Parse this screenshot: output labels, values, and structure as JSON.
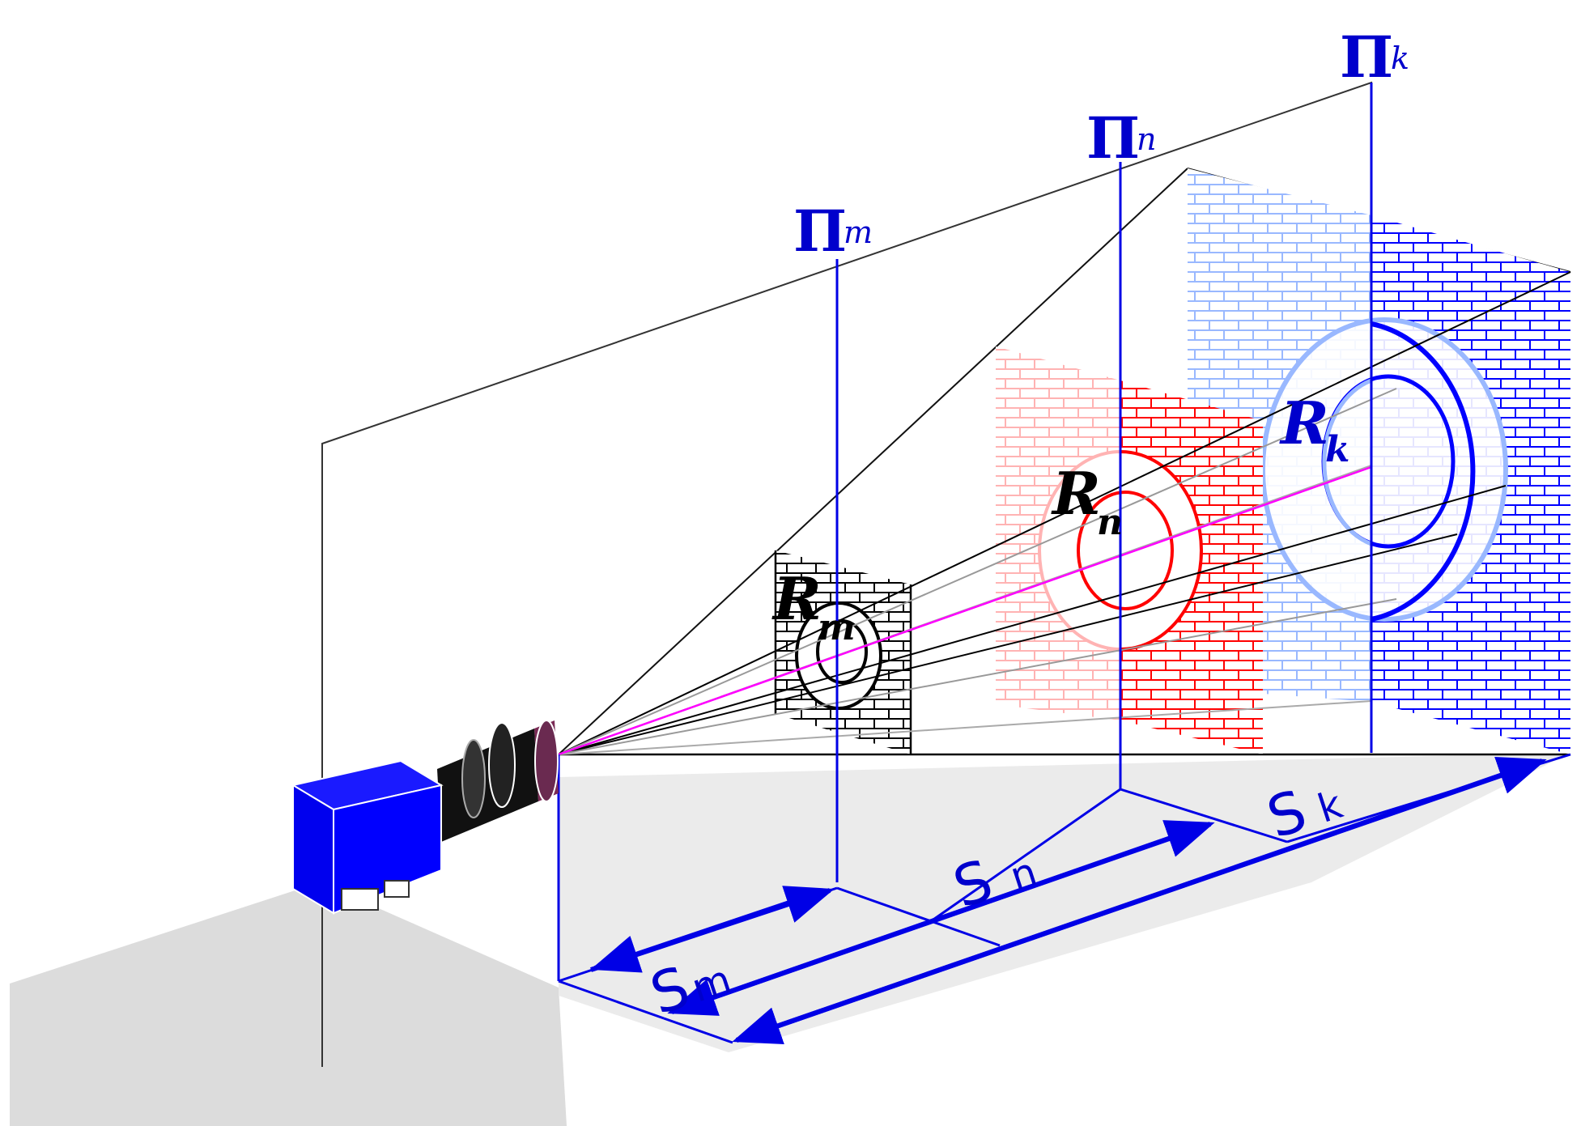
{
  "planes": [
    {
      "id": "m",
      "symbol": "Π",
      "subscript": "m",
      "distance_label": "S",
      "distance_sub": "m",
      "target_label": "R",
      "target_sub": "m"
    },
    {
      "id": "n",
      "symbol": "Π",
      "subscript": "n",
      "distance_label": "S",
      "distance_sub": "n",
      "target_label": "R",
      "target_sub": "n"
    },
    {
      "id": "k",
      "symbol": "Π",
      "subscript": "k",
      "distance_label": "S",
      "distance_sub": "k",
      "target_label": "R",
      "target_sub": "k"
    }
  ],
  "colors": {
    "plane_line": "#0000e6",
    "plane_label": "#0000cc",
    "wall_m": "#000000",
    "wall_n": "#ff0000",
    "wall_n_light": "#ffb3b3",
    "wall_k": "#0000ff",
    "wall_k_light": "#99b8ff",
    "ray_axis": "#ff00ff",
    "camera_body": "#0000ff",
    "floor_shadow": "#d9d9d9"
  },
  "icons": [
    "camera-icon",
    "brick-wall-icon"
  ]
}
